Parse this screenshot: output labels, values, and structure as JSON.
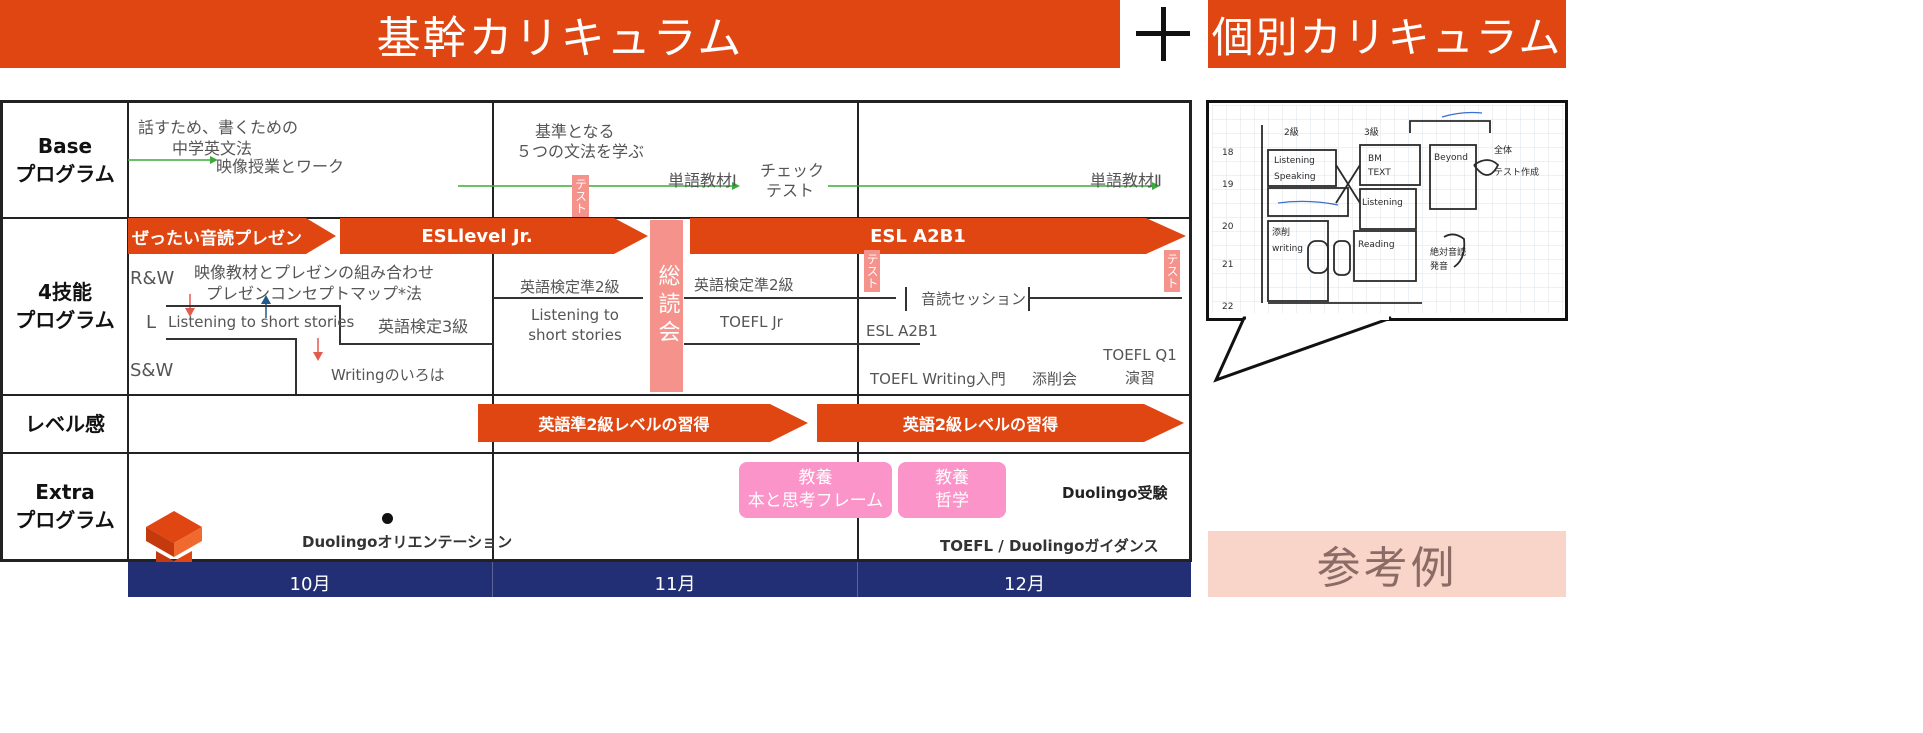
{
  "header": {
    "left_banner": "基幹カリキュラム",
    "right_banner": "個別カリキュラム",
    "brand_color": "#e04612"
  },
  "rows": {
    "base": [
      "Base",
      "プログラム"
    ],
    "four_skills": [
      "4技能",
      "プログラム"
    ],
    "level": [
      "レベル感"
    ],
    "extra": [
      "Extra",
      "プログラム"
    ]
  },
  "base_program": {
    "oct_line1": "話すため、書くための",
    "oct_line2": "中学英文法",
    "oct_line3": "映像授業とワーク",
    "nov_line1": "基準となる",
    "nov_line2": "５つの文法を学ぶ",
    "test_tag": "テスト",
    "vocab1": "単語教材Ⅰ",
    "check_test_1": "チェック",
    "check_test_2": "テスト",
    "vocab2": "単語教材Ⅱ"
  },
  "four_skills": {
    "arrow1": "ぜったい音読プレゼン",
    "arrow2": "ESLlevel Jr.",
    "arrow3": "ESL A2B1",
    "rw": "R&W",
    "l": "L",
    "sw": "S&W",
    "video_combo": "映像教材とプレゼンの組み合わせ",
    "concept_map": "プレゼンコンセプトマップ*法",
    "listening": "Listening to short stories",
    "eiken3": "英語検定3級",
    "writing": "Writingのいろは",
    "eiken_pre2_a": "英語検定準2級",
    "nov_listening_1": "Listening to",
    "nov_listening_2": "short stories",
    "soudoku": "総読会",
    "eiken_pre2_b": "英語検定準2級",
    "toefl_jr": "TOEFL Jr",
    "test_tag": "テスト",
    "ondoku_session": "音読セッション",
    "esl_a2b1": "ESL A2B1",
    "toefl_writing": "TOEFL Writing入門",
    "tensaku": "添削会",
    "toefl_q1_1": "TOEFL Q1",
    "toefl_q1_2": "演習"
  },
  "level": {
    "arrow_pre2": "英語準2級レベルの習得",
    "arrow_2": "英語2級レベルの習得"
  },
  "extra": {
    "kyoyo1_title": "教養",
    "kyoyo1_sub": "本と思考フレーム",
    "kyoyo2_title": "教養",
    "kyoyo2_sub": "哲学",
    "duolingo_exam": "Duolingo受験",
    "duolingo_orientation": "Duolingoオリエンテーション",
    "toefl_duolingo_guidance": "TOEFL / Duolingoガイダンス"
  },
  "months": [
    "10月",
    "11月",
    "12月"
  ],
  "reference": "参考例"
}
